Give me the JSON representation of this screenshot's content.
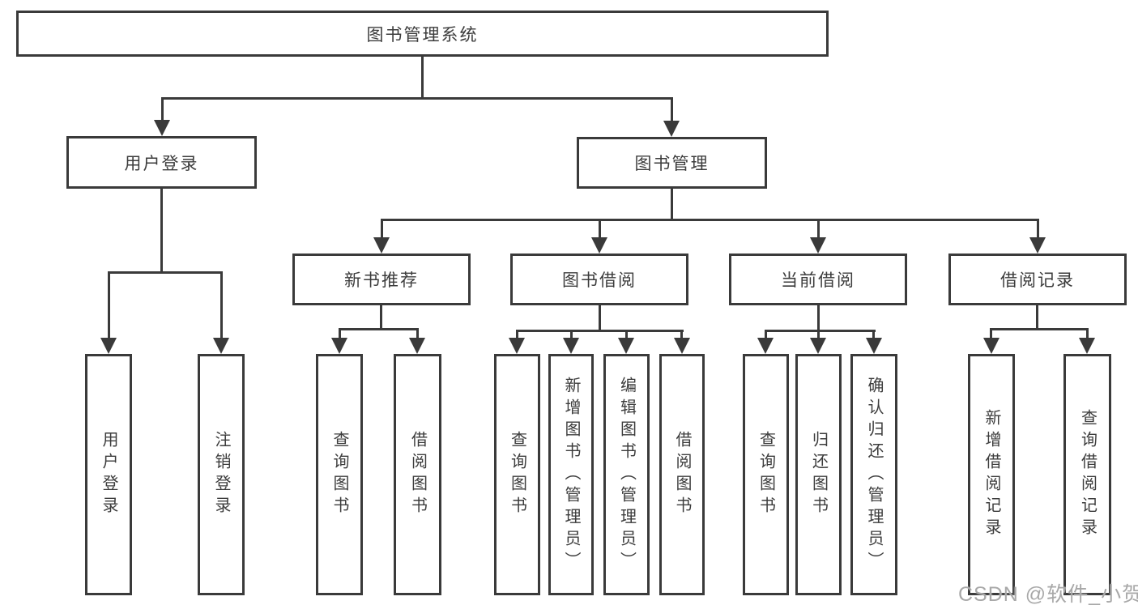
{
  "diagram": {
    "root": {
      "label": "图书管理系统"
    },
    "user_login": {
      "label": "用户登录",
      "children": [
        {
          "label": "用户登录"
        },
        {
          "label": "注销登录"
        }
      ]
    },
    "book_management": {
      "label": "图书管理",
      "sections": [
        {
          "label": "新书推荐",
          "children": [
            {
              "label": "查询图书"
            },
            {
              "label": "借阅图书"
            }
          ]
        },
        {
          "label": "图书借阅",
          "children": [
            {
              "label": "查询图书"
            },
            {
              "label": "新增图书（管理员）"
            },
            {
              "label": "编辑图书（管理员）"
            },
            {
              "label": "借阅图书"
            }
          ]
        },
        {
          "label": "当前借阅",
          "children": [
            {
              "label": "查询图书"
            },
            {
              "label": "归还图书"
            },
            {
              "label": "确认归还（管理员）"
            }
          ]
        },
        {
          "label": "借阅记录",
          "children": [
            {
              "label": "新增借阅记录"
            },
            {
              "label": "查询借阅记录"
            }
          ]
        }
      ]
    }
  },
  "watermark": {
    "text": "CSDN @软件_小贺同学"
  },
  "colors": {
    "line": "#3a3a3a",
    "text": "#3c3c3c",
    "background": "#ffffff",
    "watermark": "#a8a8a8"
  }
}
